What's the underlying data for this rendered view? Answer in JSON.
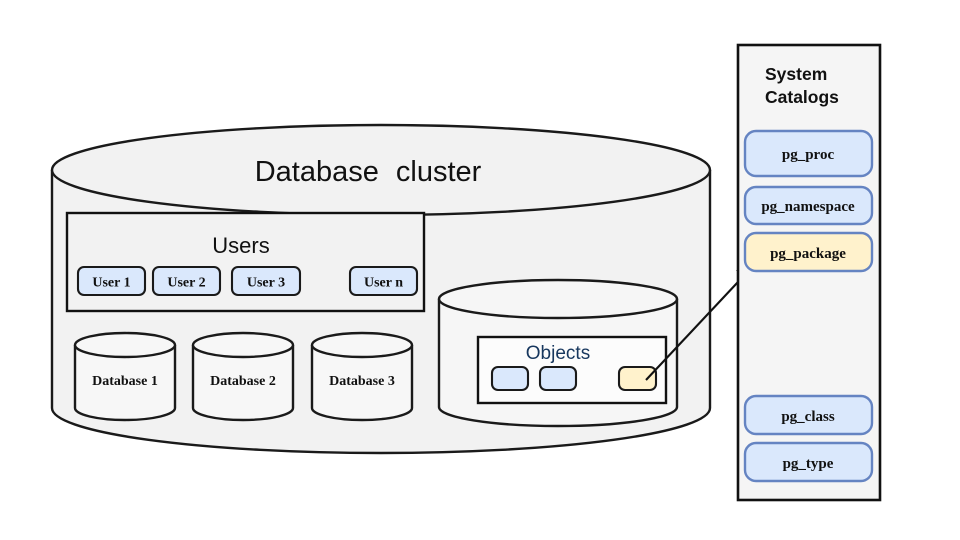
{
  "diagram": {
    "cluster": {
      "title": "Database cluster"
    },
    "users": {
      "title": "Users",
      "items": [
        "User 1",
        "User 2",
        "User 3",
        "User n"
      ]
    },
    "databases": [
      "Database 1",
      "Database 2",
      "Database 3"
    ],
    "objects": {
      "title": "Objects",
      "items": [
        "object-1",
        "object-2",
        "object-highlighted"
      ]
    },
    "system_catalogs": {
      "title_line1": "System",
      "title_line2": "Catalogs",
      "items": [
        {
          "label": "pg_proc",
          "highlighted": false
        },
        {
          "label": "pg_namespace",
          "highlighted": false
        },
        {
          "label": "pg_package",
          "highlighted": true
        },
        {
          "label": "pg_class",
          "highlighted": false
        },
        {
          "label": "pg_type",
          "highlighted": false
        }
      ]
    },
    "arrow": {
      "from": "highlighted-object",
      "to": "pg_package"
    },
    "colors": {
      "node_blue_fill": "#dae8fc",
      "node_yellow_fill": "#fff2cc",
      "pg_button_border": "#6584c2",
      "cylinder_fill": "#f2f2f2",
      "panel_fill": "#f5f5f5",
      "objects_title_color": "#17375e",
      "outline": "#111111"
    }
  }
}
